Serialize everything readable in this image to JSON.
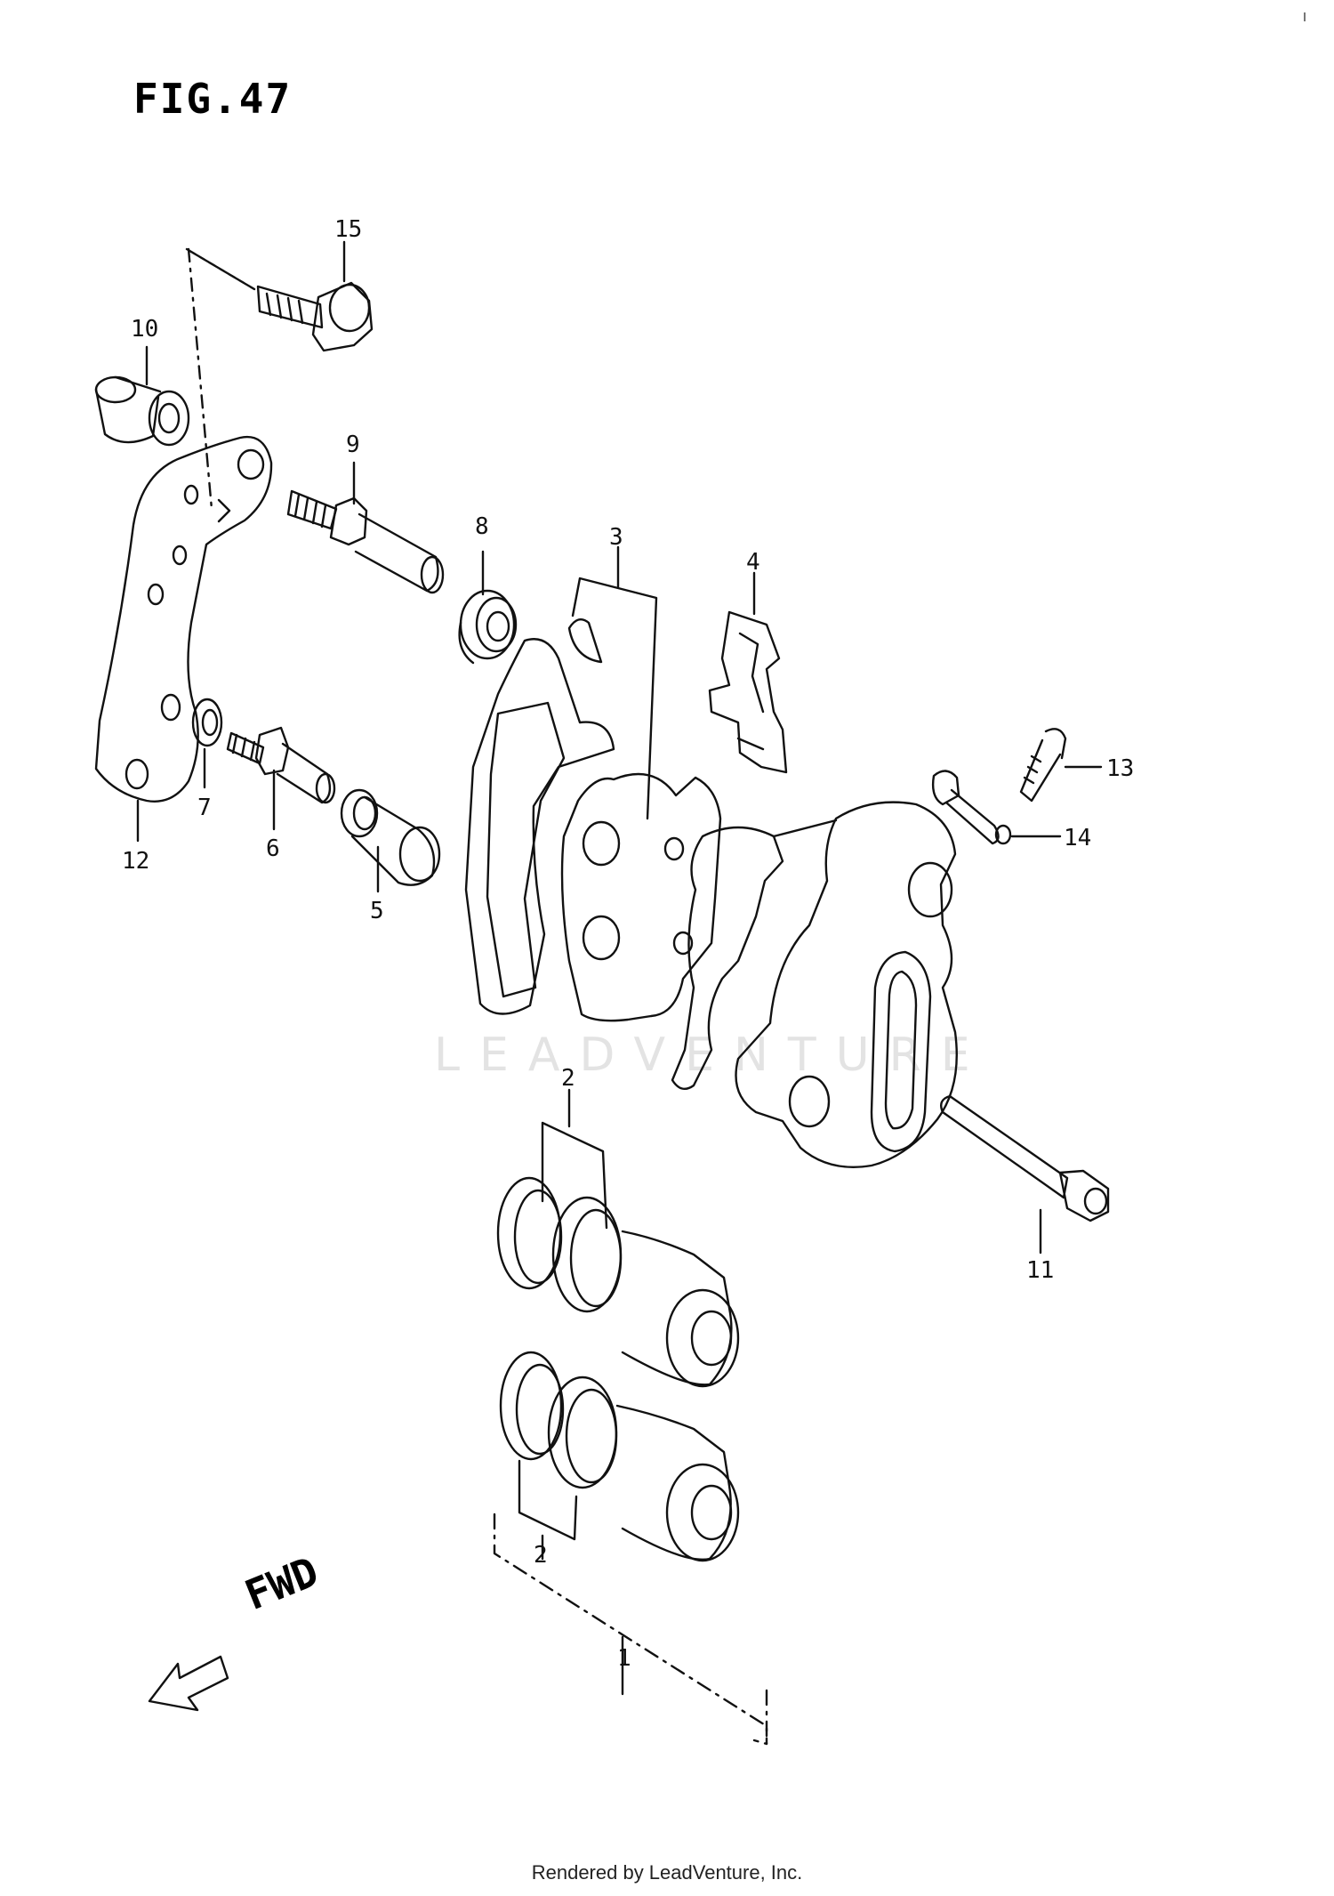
{
  "figure": {
    "title": "FIG.47"
  },
  "watermark": "LEADVENTURE",
  "footer": "Rendered by LeadVenture, Inc.",
  "direction_indicator": {
    "label": "FWD",
    "icon": "arrow-left-down-icon"
  },
  "callouts": [
    {
      "id": "c1",
      "label": "1"
    },
    {
      "id": "c2a",
      "label": "2"
    },
    {
      "id": "c2b",
      "label": "2"
    },
    {
      "id": "c3",
      "label": "3"
    },
    {
      "id": "c4",
      "label": "4"
    },
    {
      "id": "c5",
      "label": "5"
    },
    {
      "id": "c6",
      "label": "6"
    },
    {
      "id": "c7",
      "label": "7"
    },
    {
      "id": "c8",
      "label": "8"
    },
    {
      "id": "c9",
      "label": "9"
    },
    {
      "id": "c10",
      "label": "10"
    },
    {
      "id": "c11",
      "label": "11"
    },
    {
      "id": "c12",
      "label": "12"
    },
    {
      "id": "c13",
      "label": "13"
    },
    {
      "id": "c14",
      "label": "14"
    },
    {
      "id": "c15",
      "label": "15"
    }
  ]
}
